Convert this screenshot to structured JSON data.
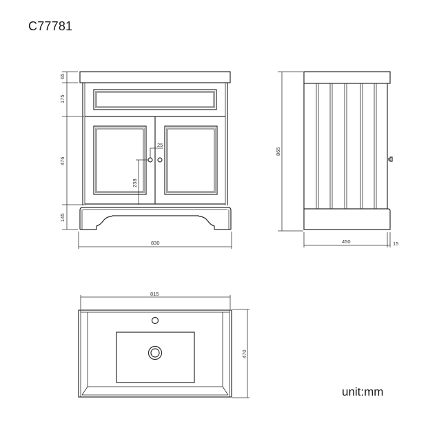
{
  "header": {
    "model_code": "C77781"
  },
  "footer": {
    "unit_label": "unit:mm"
  },
  "front_view": {
    "dimensions": {
      "top_height": "65",
      "drawer_height": "175",
      "door_height": "476",
      "plinth_height": "145",
      "total_width": "830",
      "knob_offset": "25",
      "knob_height": "238"
    }
  },
  "side_view": {
    "dimensions": {
      "total_height": "865",
      "depth": "450",
      "overhang": "15"
    }
  },
  "top_view": {
    "dimensions": {
      "basin_width": "815",
      "basin_depth": "470"
    }
  },
  "colors": {
    "line": "#2a2a2a",
    "background": "#ffffff"
  }
}
